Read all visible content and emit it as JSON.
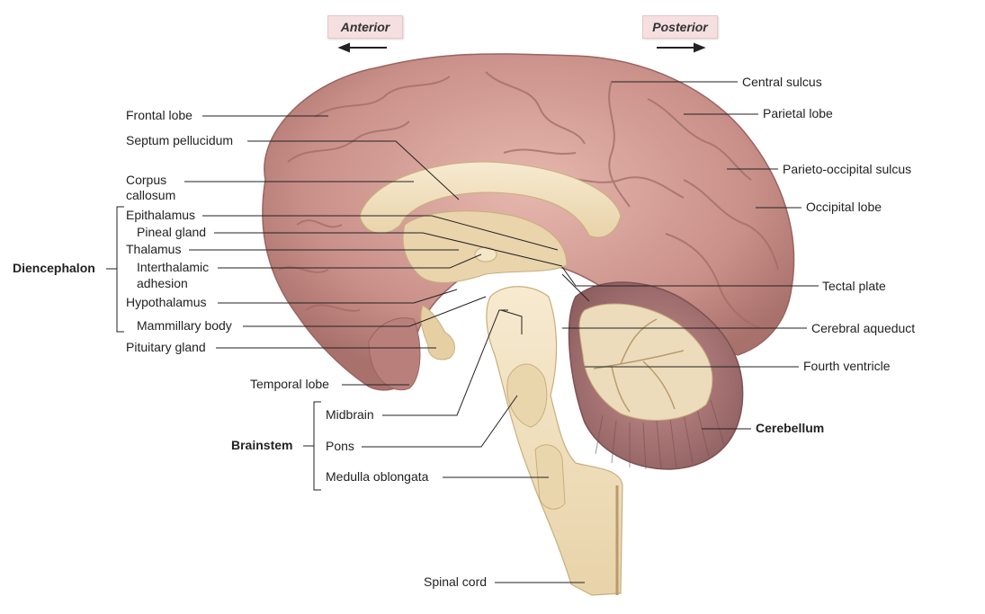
{
  "directions": {
    "anterior": "Anterior",
    "posterior": "Posterior"
  },
  "labels": {
    "frontal_lobe": "Frontal lobe",
    "septum_pellucidum": "Septum pellucidum",
    "corpus_callosum_1": "Corpus",
    "corpus_callosum_2": "callosum",
    "epithalamus": "Epithalamus",
    "pineal_gland": "Pineal gland",
    "thalamus": "Thalamus",
    "interthalamic_1": "Interthalamic",
    "interthalamic_2": "adhesion",
    "hypothalamus": "Hypothalamus",
    "mammillary_body": "Mammillary body",
    "pituitary_gland": "Pituitary gland",
    "temporal_lobe": "Temporal lobe",
    "midbrain": "Midbrain",
    "pons": "Pons",
    "medulla_oblongata": "Medulla oblongata",
    "spinal_cord": "Spinal cord",
    "central_sulcus": "Central sulcus",
    "parietal_lobe": "Parietal lobe",
    "parieto_occipital_sulcus": "Parieto-occipital sulcus",
    "occipital_lobe": "Occipital lobe",
    "tectal_plate": "Tectal plate",
    "cerebral_aqueduct": "Cerebral aqueduct",
    "fourth_ventricle": "Fourth ventricle",
    "cerebellum": "Cerebellum"
  },
  "groups": {
    "diencephalon": "Diencephalon",
    "brainstem": "Brainstem"
  },
  "colors": {
    "cortex": "#c9908a",
    "cortex_dark": "#a8706c",
    "cortex_light": "#e2b3ab",
    "white_matter": "#f3e4c4",
    "white_matter_dark": "#e2cda2",
    "cerebellum": "#b07c7c",
    "leader": "#222222"
  }
}
